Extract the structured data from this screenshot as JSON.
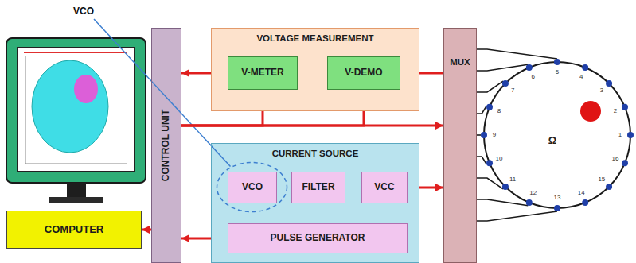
{
  "diagram": {
    "nodes": [
      {
        "text": [
          "COMPUTER"
        ]
      },
      {
        "text": [
          "CONTROL UNIT"
        ]
      },
      {
        "text": [
          "VOLTAGE MEASUREMENT"
        ]
      },
      {
        "text": [
          "V-METER"
        ],
        "in": 2
      },
      {
        "text": [
          "V-DEMO"
        ],
        "in": 2
      },
      {
        "text": [
          "CURRENT SOURCE"
        ]
      },
      {
        "text": [
          "VCO"
        ],
        "in": 5
      },
      {
        "text": [
          "FILTER"
        ],
        "in": 5
      },
      {
        "text": [
          "VCC"
        ],
        "in": 5
      },
      {
        "text": [
          "PULSE GENERATOR"
        ],
        "in": 5
      },
      {
        "text": [
          "MUX"
        ]
      }
    ],
    "edges": [
      {
        "from": 4,
        "to": 3,
        "arrow": "to"
      },
      {
        "from": 10,
        "to": 4,
        "arrow": "to"
      },
      {
        "from": 3,
        "to": 1,
        "arrow": "to"
      },
      {
        "from": 1,
        "to": 3,
        "arrow": "to"
      },
      {
        "from": 1,
        "to": 4,
        "arrow": "to"
      },
      {
        "from": 1,
        "to": 10,
        "arrow": "to"
      },
      {
        "from": 6,
        "to": 7,
        "arrow": "to"
      },
      {
        "from": 7,
        "to": 8,
        "arrow": "to"
      },
      {
        "from": 8,
        "to": 10,
        "arrow": "to"
      },
      {
        "from": 7,
        "to": 9,
        "arrow": "to"
      },
      {
        "from": 9,
        "to": 1,
        "arrow": "to"
      },
      {
        "from": 1,
        "to": 0,
        "arrow": "to"
      }
    ],
    "labels": [
      "VCO",
      "1",
      "2",
      "3",
      "4",
      "5",
      "6",
      "7",
      "8",
      "9",
      "10",
      "11",
      "12",
      "13",
      "14",
      "15",
      "16",
      "Ω"
    ]
  }
}
